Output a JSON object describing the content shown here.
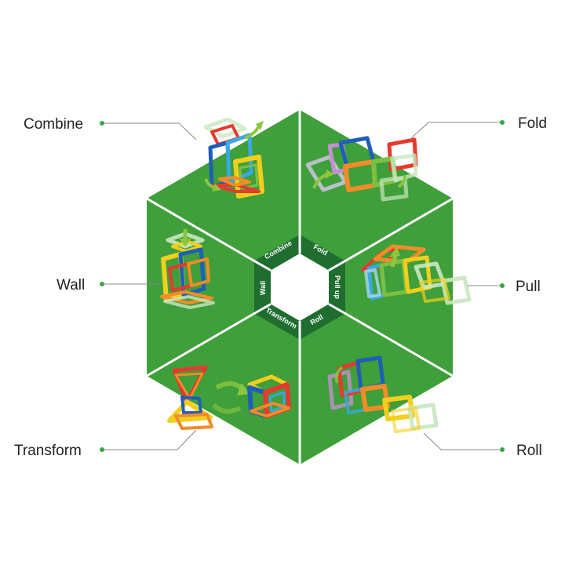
{
  "colors": {
    "green": "#3f9f3a",
    "dark_green": "#1f6e30",
    "divider": "#ffffff",
    "connector": "#3aa544",
    "label_text": "#222222"
  },
  "callouts": {
    "combine": "Combine",
    "fold": "Fold",
    "wall": "Wall",
    "pull": "Pull",
    "transform": "Transform",
    "roll": "Roll"
  },
  "inner_ring": {
    "combine": "Combine",
    "fold": "Fold",
    "wall": "Wall",
    "pull_up": "Pull up",
    "transform": "Transform",
    "roll": "Roll"
  },
  "illustrations": [
    {
      "name": "combine-cube-illustration",
      "icon": "magnetic-tile-cube"
    },
    {
      "name": "fold-tiles-illustration",
      "icon": "magnetic-tile-fold"
    },
    {
      "name": "wall-tower-illustration",
      "icon": "magnetic-tile-tower"
    },
    {
      "name": "pull-up-tiles-illustration",
      "icon": "magnetic-tile-pull"
    },
    {
      "name": "transform-shapes-illustration",
      "icon": "magnetic-tile-transform"
    },
    {
      "name": "roll-tiles-illustration",
      "icon": "magnetic-tile-roll"
    }
  ]
}
